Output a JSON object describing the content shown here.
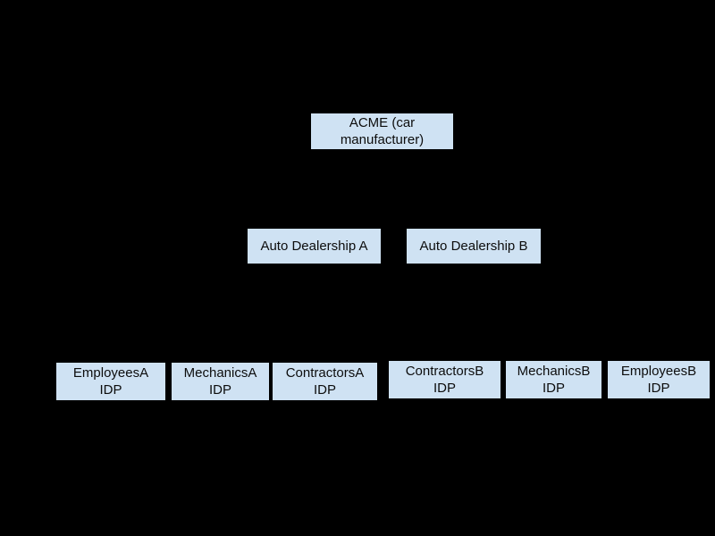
{
  "canvas": {
    "background": "#000000"
  },
  "node_style": {
    "fill": "#cfe2f3",
    "text_color": "#0d0d0d"
  },
  "diagram": {
    "type": "hierarchy",
    "levels": [
      [
        "acme"
      ],
      [
        "dealership_a",
        "dealership_b"
      ],
      [
        "employees_a",
        "mechanics_a",
        "contractors_a",
        "contractors_b",
        "mechanics_b",
        "employees_b"
      ]
    ]
  },
  "nodes": {
    "acme": {
      "label": "ACME (car\nmanufacturer)"
    },
    "dealership_a": {
      "label": "Auto Dealership A"
    },
    "dealership_b": {
      "label": "Auto Dealership B"
    },
    "employees_a": {
      "label": "EmployeesA\nIDP"
    },
    "mechanics_a": {
      "label": "MechanicsA\nIDP"
    },
    "contractors_a": {
      "label": "ContractorsA\nIDP"
    },
    "contractors_b": {
      "label": "ContractorsB\nIDP"
    },
    "mechanics_b": {
      "label": "MechanicsB\nIDP"
    },
    "employees_b": {
      "label": "EmployeesB\nIDP"
    }
  }
}
